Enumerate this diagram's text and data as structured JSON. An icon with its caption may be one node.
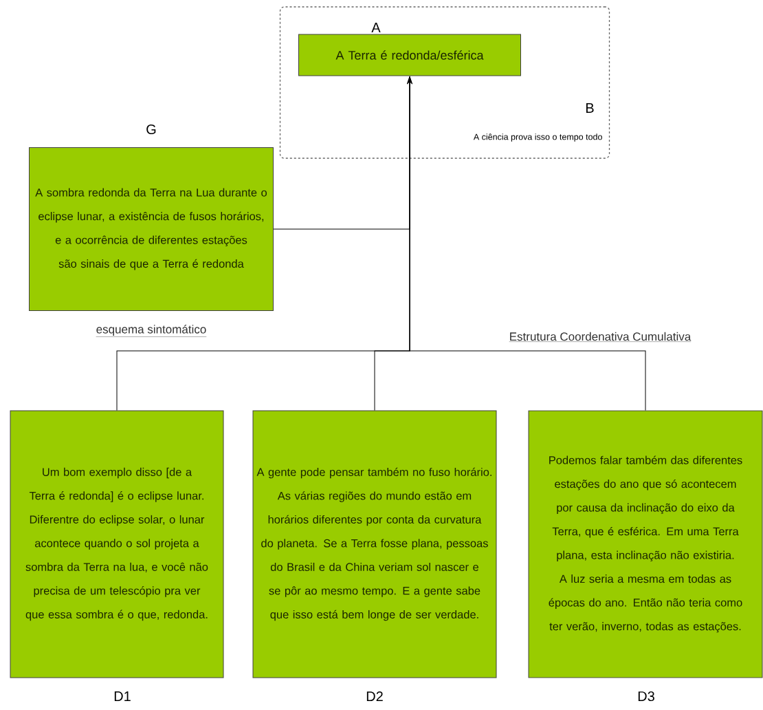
{
  "diagram": {
    "nodes": [
      {
        "text": [
          "B",
          "A ciência prova isso o tempo todo"
        ]
      },
      {
        "text": [
          "A Terra é redonda/esférica"
        ],
        "beside": [
          "A"
        ],
        "in": 0
      },
      {
        "text": [
          "A sombra redonda da Terra na Lua durante o eclipse lunar, a existência de fusos horários, e a ocorrência de diferentes estações são sinais de que a Terra é redonda"
        ],
        "beside": [
          "G"
        ]
      },
      {
        "text": [
          "Um bom exemplo disso [de a Terra é redonda] é o eclipse lunar. Diferentre do eclipse solar, o lunar acontece quando o sol projeta a sombra da Terra na lua, e você não precisa de um telescópio pra ver que essa sombra é o que, redonda."
        ],
        "beside": [
          "D1"
        ]
      },
      {
        "text": [
          "A gente pode pensar também no fuso horário. As várias regiões do mundo estão em horários diferentes por conta da curvatura do planeta.  Se a Terra fosse plana, pessoas do Brasil e da China veriam sol nascer e se pôr ao mesmo tempo. E a gente sabe que isso está bem longe de ser verdade."
        ],
        "beside": [
          "D2"
        ]
      },
      {
        "text": [
          "Podemos falar também das diferentes estações do ano que só acontecem por causa da inclinação do eixo da Terra, que é esférica. Em uma Terra plana, esta inclinação não existiria. A luz seria a mesma em todas as épocas do ano. Então não teria como ter verão, inverno, todas as estações."
        ],
        "beside": [
          "D3"
        ]
      }
    ],
    "edges": [
      {
        "from": 2,
        "to": 1,
        "arrow": "to"
      },
      {
        "from": 3,
        "to": 1,
        "arrow": "to"
      },
      {
        "from": 4,
        "to": 1,
        "arrow": "to"
      },
      {
        "from": 5,
        "to": 1,
        "arrow": "to"
      }
    ],
    "labels": [
      "esquema sintomático",
      "Estrutura Coordenativa Cumulativa"
    ]
  }
}
